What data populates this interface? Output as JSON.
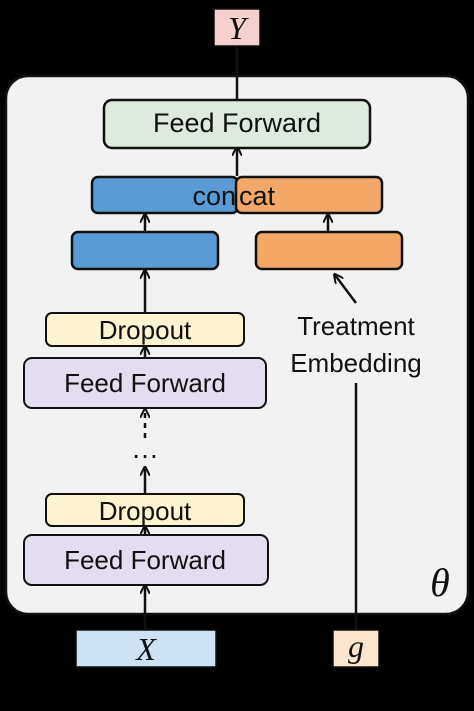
{
  "output_label": "Y",
  "parameter_label": "θ",
  "input_x_label": "X",
  "input_g_label": "g",
  "top_block": "Feed Forward",
  "concat_left": "con",
  "concat_right": "cat",
  "treatment_line1": "Treatment",
  "treatment_line2": "Embedding",
  "ellipsis": "…",
  "upper_dropout": "Dropout",
  "upper_ff": "Feed Forward",
  "lower_dropout": "Dropout",
  "lower_ff": "Feed Forward",
  "colors": {
    "panel": "#f2f2f2",
    "feed_forward_top": "#dfeadf",
    "feed_forward": "#e4dcef",
    "dropout": "#fdf3cf",
    "blue": "#5b9bd5",
    "orange": "#f4a868",
    "input_x": "#cfe2f3",
    "io_pink": "#f4d0cf",
    "io_peach": "#fce5cd"
  }
}
